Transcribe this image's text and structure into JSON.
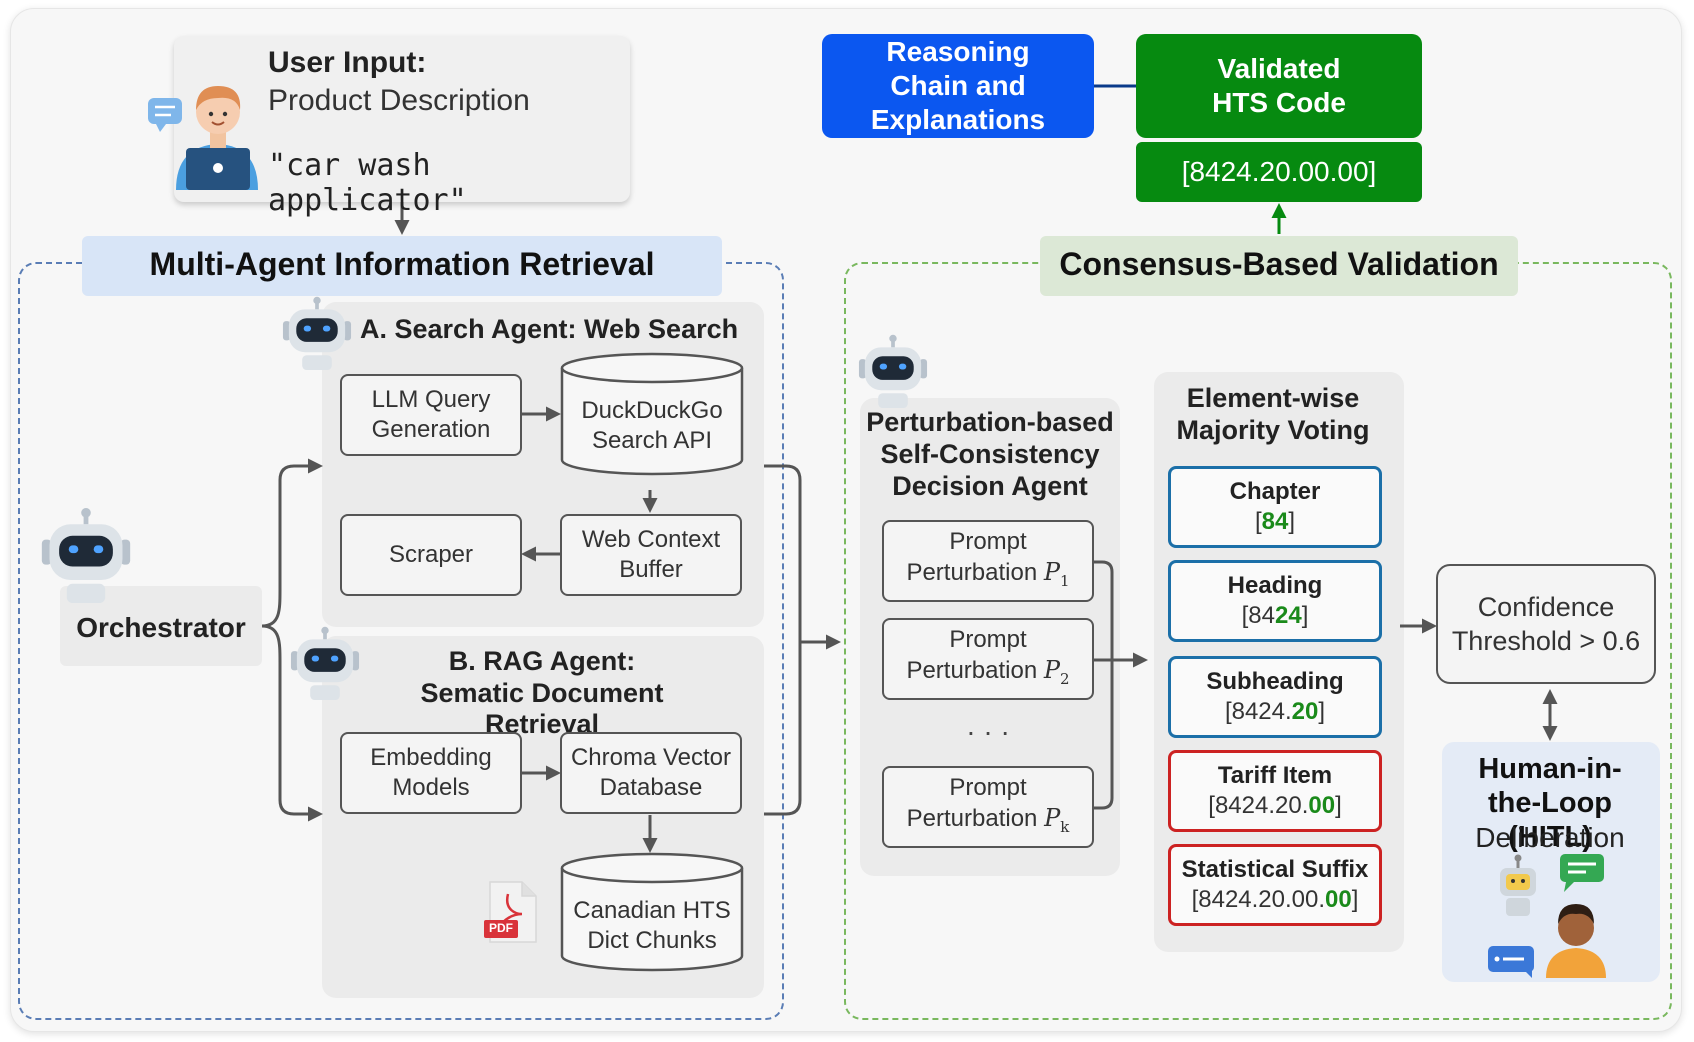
{
  "user_input": {
    "title": "User Input:",
    "subtitle": "Product Description",
    "query": "\"car wash applicator\""
  },
  "retrieval": {
    "title": "Multi-Agent Information Retrieval",
    "orchestrator": "Orchestrator",
    "search_agent": {
      "title": "A. Search Agent: Web Search",
      "llm_query": "LLM Query Generation",
      "search_api": "DuckDuckGo Search API",
      "scraper": "Scraper",
      "web_buffer": "Web Context Buffer"
    },
    "rag_agent": {
      "title_line1": "B. RAG Agent:",
      "title_line2": "Sematic Document Retrieval",
      "embedding": "Embedding Models",
      "chroma": "Chroma Vector Database",
      "chunks": "Canadian HTS Dict Chunks",
      "pdf_icon_text": "PDF"
    }
  },
  "validation": {
    "title": "Consensus-Based Validation",
    "decision_agent": "Perturbation-based Self-Consistency Decision Agent",
    "perturbations": [
      {
        "line1": "Prompt",
        "line2": "Perturbation",
        "sub": "1"
      },
      {
        "line1": "Prompt",
        "line2": "Perturbation",
        "sub": "2"
      },
      {
        "line1": "Prompt",
        "line2": "Perturbation",
        "sub": "k"
      }
    ],
    "perturbation_symbol": "P",
    "ellipsis": "· · ·",
    "voting_title": "Element-wise Majority Voting",
    "votes": [
      {
        "name": "Chapter",
        "prefix": "[",
        "plain": "",
        "highlight": "84",
        "suffix": "]",
        "status": "blue"
      },
      {
        "name": "Heading",
        "prefix": "[",
        "plain": "84",
        "highlight": "24",
        "suffix": "]",
        "status": "blue"
      },
      {
        "name": "Subheading",
        "prefix": "[",
        "plain": "8424.",
        "highlight": "20",
        "suffix": "]",
        "status": "blue"
      },
      {
        "name": "Tariff Item",
        "prefix": "[",
        "plain": "8424.20.",
        "highlight": "00",
        "suffix": "]",
        "status": "red"
      },
      {
        "name": "Statistical Suffix",
        "prefix": "[",
        "plain": "8424.20.00.",
        "highlight": "00",
        "suffix": "]",
        "status": "red"
      }
    ],
    "confidence": "Confidence Threshold > 0.6",
    "hitl_title": "Human-in-the-Loop (HITL)",
    "hitl_sub": "Deliberation"
  },
  "output": {
    "reasoning": "Reasoning Chain and Explanations",
    "validated": "Validated HTS Code",
    "code": "[8424.20.00.00]"
  },
  "colors": {
    "blue_accent": "#0b57f0",
    "green_accent": "#068a10",
    "blue_dash": "#5a7db5",
    "green_dash": "#79b85e",
    "vote_blue": "#1b6fa8",
    "vote_red": "#cc2222",
    "code_green": "#1a8a1a"
  }
}
